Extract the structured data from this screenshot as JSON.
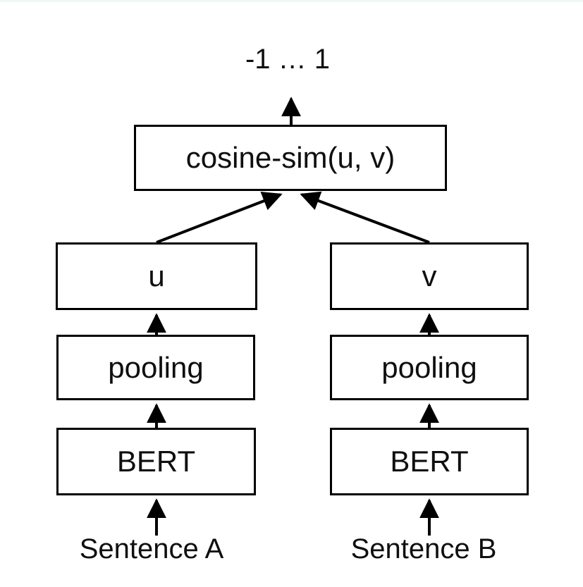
{
  "diagram": {
    "output_range_label": "-1 … 1",
    "cosine_box_label": "cosine-sim(u, v)",
    "u_box_label": "u",
    "v_box_label": "v",
    "pooling_left_label": "pooling",
    "pooling_right_label": "pooling",
    "bert_left_label": "BERT",
    "bert_right_label": "BERT",
    "sentence_a_label": "Sentence A",
    "sentence_b_label": "Sentence B",
    "colors": {
      "line": "#000000",
      "box_border": "#000000",
      "box_fill": "#ffffff",
      "text": "#0f0f0f",
      "background": "#ffffff"
    }
  }
}
